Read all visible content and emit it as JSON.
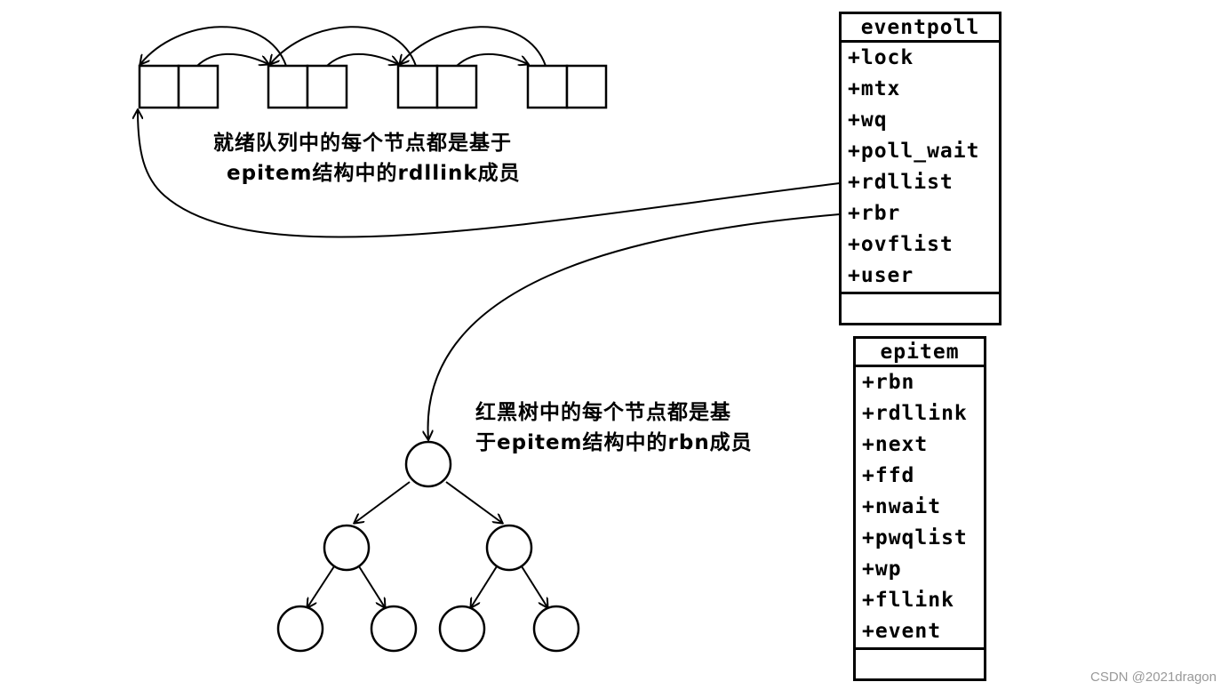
{
  "eventpoll": {
    "title": "eventpoll",
    "fields": [
      "+lock",
      "+mtx",
      "+wq",
      "+poll_wait",
      "+rdllist",
      "+rbr",
      "+ovflist",
      "+user"
    ]
  },
  "epitem": {
    "title": "epitem",
    "fields": [
      "+rbn",
      "+rdllink",
      "+next",
      "+ffd",
      "+nwait",
      "+pwqlist",
      "+wp",
      "+fllink",
      "+event"
    ]
  },
  "captions": {
    "ready_queue_line1": "就绪队列中的每个节点都是基于",
    "ready_queue_line2": "epitem结构中的rdllink成员",
    "rbtree_line1": "红黑树中的每个节点都是基",
    "rbtree_line2": "于epitem结构中的rbn成员"
  },
  "watermark": "CSDN @2021dragon",
  "colors": {
    "stroke": "#000000",
    "background": "#ffffff",
    "watermark": "#999999"
  }
}
